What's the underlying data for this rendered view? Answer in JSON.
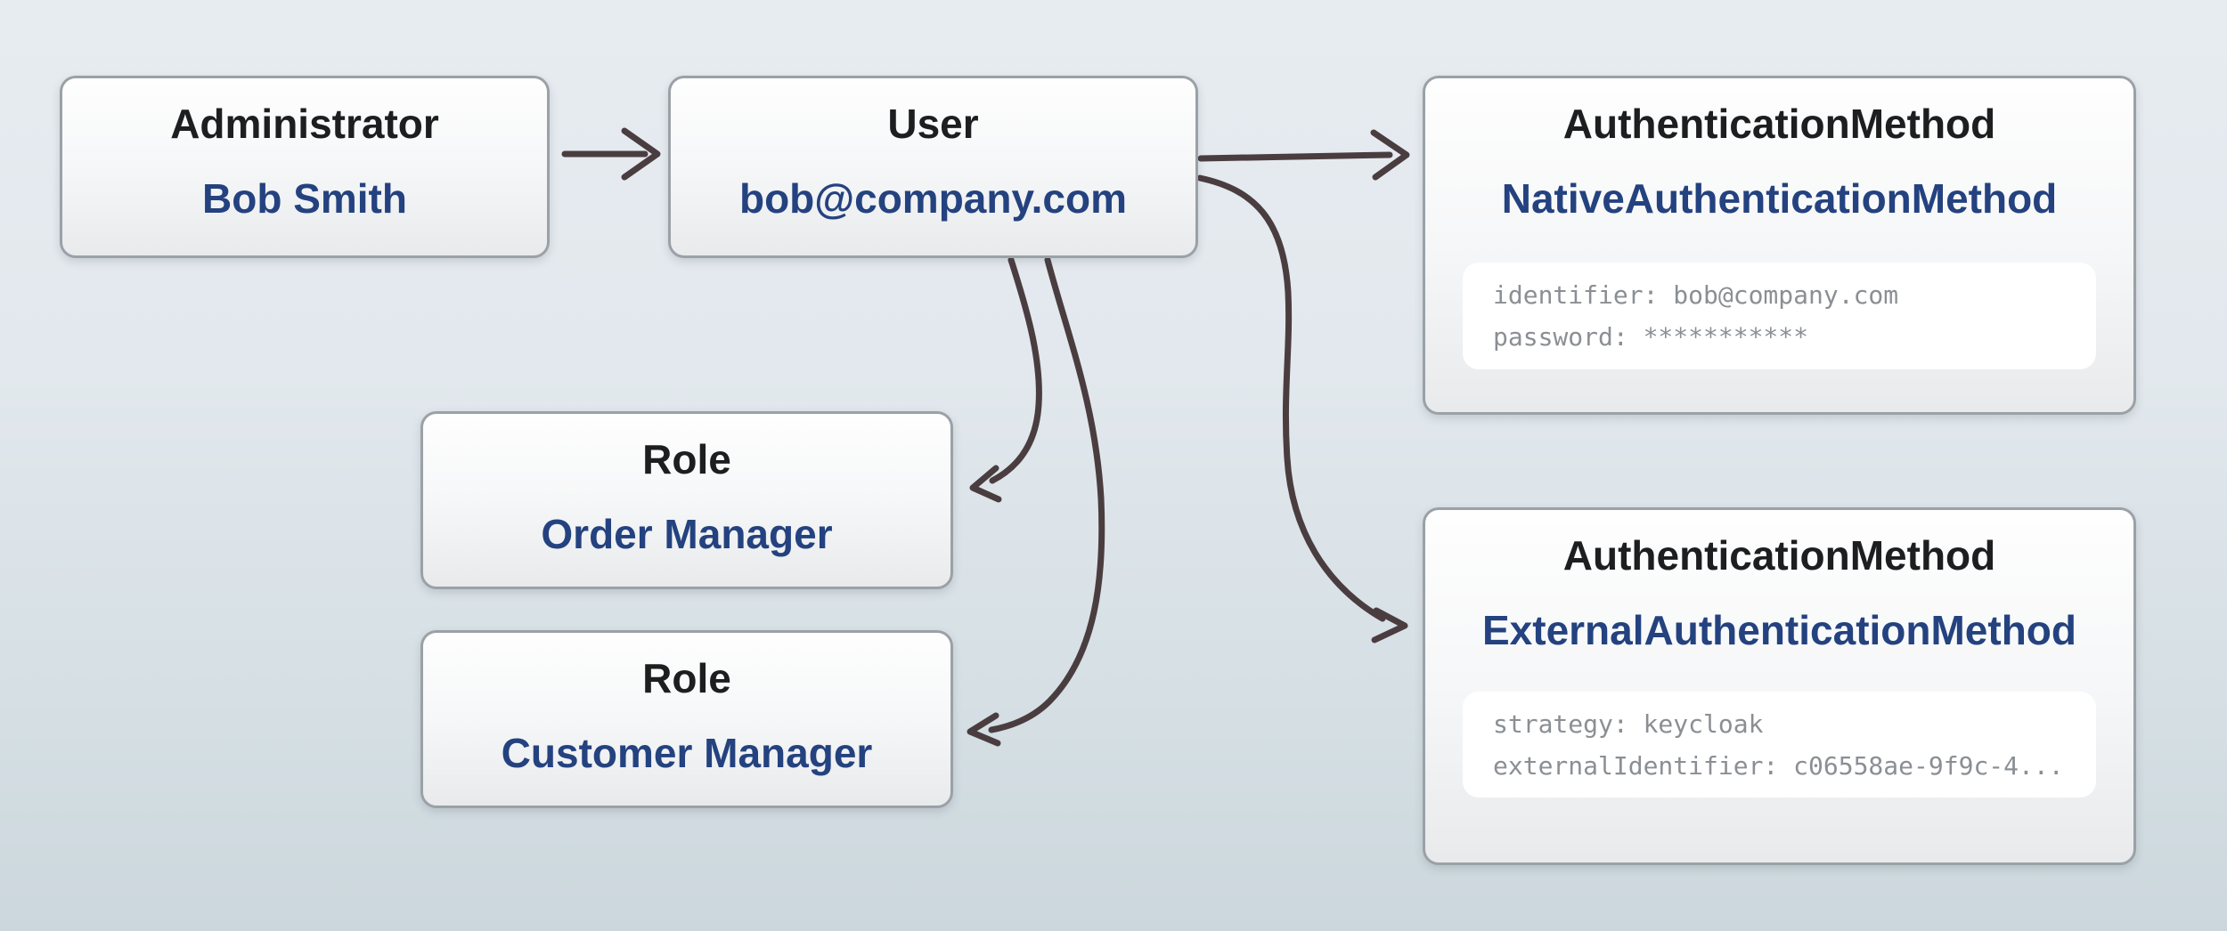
{
  "canvas": {
    "background_top": "#e7ecf1",
    "background_bottom": "#ccd7dd"
  },
  "colors": {
    "node_title": "#1d1e20",
    "node_subtitle": "#24427f",
    "node_border": "#9aa1a7",
    "node_fill_top": "#fefefe",
    "node_fill_bottom": "#e8eaec",
    "code_background": "#ffffff",
    "code_text": "#8b8f94",
    "arrow": "#4a3d40"
  },
  "nodes": [
    {
      "id": "administrator",
      "title": "Administrator",
      "subtitle": "Bob Smith"
    },
    {
      "id": "user",
      "title": "User",
      "subtitle": "bob@company.com"
    },
    {
      "id": "native-auth",
      "title": "AuthenticationMethod",
      "subtitle": "NativeAuthenticationMethod",
      "code_lines": [
        "identifier: bob@company.com",
        "password: ***********"
      ]
    },
    {
      "id": "role-order-manager",
      "title": "Role",
      "subtitle": "Order Manager"
    },
    {
      "id": "role-customer-manager",
      "title": "Role",
      "subtitle": "Customer Manager"
    },
    {
      "id": "external-auth",
      "title": "AuthenticationMethod",
      "subtitle": "ExternalAuthenticationMethod",
      "code_lines": [
        "strategy: keycloak",
        "externalIdentifier: c06558ae-9f9c-4..."
      ]
    }
  ],
  "edges": [
    {
      "from": "administrator",
      "to": "user"
    },
    {
      "from": "user",
      "to": "native-auth"
    },
    {
      "from": "user",
      "to": "external-auth"
    },
    {
      "from": "user",
      "to": "role-order-manager"
    },
    {
      "from": "user",
      "to": "role-customer-manager"
    }
  ]
}
